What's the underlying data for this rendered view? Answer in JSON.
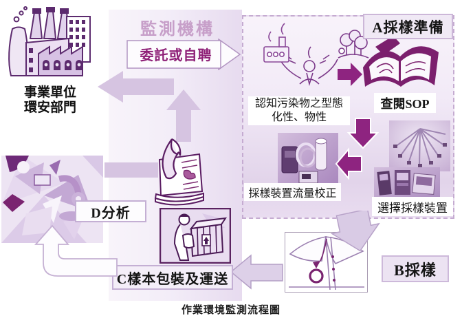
{
  "caption": "作業環境監測流程圖",
  "factory": {
    "label_line1": "事業單位",
    "label_line2": "環安部門"
  },
  "monitoring_org": {
    "label": "監測機構"
  },
  "commission": {
    "label": "委託或自聘"
  },
  "stages": {
    "a": {
      "label": "A採樣準備"
    },
    "b": {
      "label": "B採樣"
    },
    "c": {
      "label": "C樣本包裝及運送"
    },
    "d": {
      "label": "D分析"
    }
  },
  "steps": {
    "recognize": {
      "line1": "認知污染物之型態",
      "line2": "化性、物性"
    },
    "check_sop": {
      "label": "查閱SOP"
    },
    "select_device": {
      "label": "選擇採樣裝置"
    },
    "calibrate_flow": {
      "label": "採樣裝置流量校正"
    }
  },
  "icons": {
    "factory": "factory-icon",
    "thinker": "thinker-icon",
    "book": "open-book-icon",
    "report": "report-document-icon",
    "courier": "courier-crate-icon",
    "shirt": "shirt-sampler-icon",
    "analysis": "lab-analysis-icon",
    "pump_photo": "flow-calibration-photo",
    "tubes_photo": "sampling-tubes-photo",
    "devices_photo": "sampling-devices-photo"
  },
  "colors": {
    "dark_arrow": "#8e2480",
    "light_arrow": "#d6c4e1",
    "outlined_arrow_fill": "#dccfe7",
    "outlined_arrow_stroke": "#b7a0c7",
    "commission_text": "#8e2077",
    "monitoring_org_text": "#c79fc9",
    "panel_dash_border": "#c5abd1",
    "dark_line": "#5a1c62"
  }
}
